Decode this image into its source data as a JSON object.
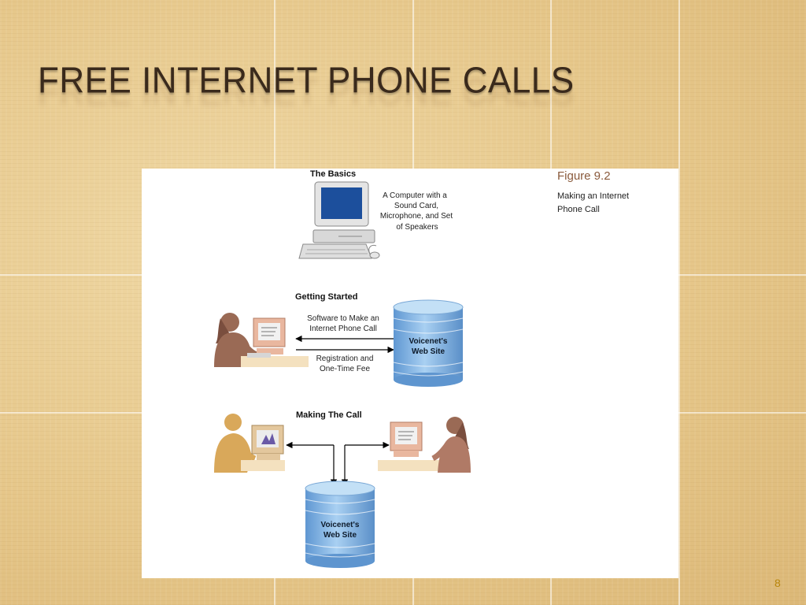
{
  "slide": {
    "title": "FREE INTERNET PHONE CALLS",
    "page_number": "8"
  },
  "figure": {
    "label": "Figure 9.2",
    "caption_line1": "Making an Internet",
    "caption_line2": "Phone Call",
    "basics": {
      "heading": "The Basics",
      "desc_line1": "A Computer with a",
      "desc_line2": "Sound Card,",
      "desc_line3": "Microphone, and Set",
      "desc_line4": "of Speakers"
    },
    "getting_started": {
      "heading": "Getting Started",
      "software_line1": "Software to Make an",
      "software_line2": "Internet Phone Call",
      "registration_line1": "Registration and",
      "registration_line2": "One-Time Fee",
      "server_line1": "Voicenet's",
      "server_line2": "Web Site"
    },
    "making_call": {
      "heading": "Making The Call",
      "server_line1": "Voicenet's",
      "server_line2": "Web Site"
    }
  },
  "colors": {
    "title": "#3a2a1c",
    "page_number": "#b8860b",
    "figure_label": "#8a5a3c",
    "cylinder": "#7fb0e0",
    "person_brown": "#9a6a55",
    "person_tan": "#d9a85a"
  }
}
